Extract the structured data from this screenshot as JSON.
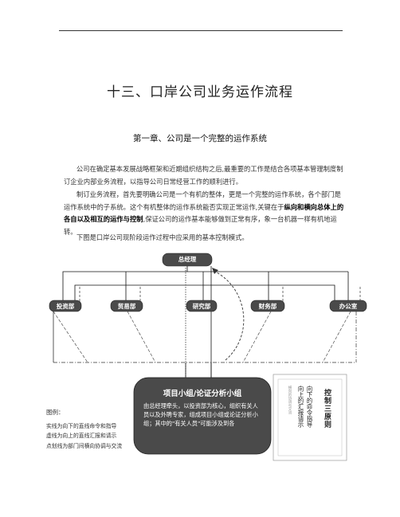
{
  "document": {
    "title": "十三、口岸公司业务运作流程",
    "chapter_heading": "第一章、公司是一个完整的运作系统",
    "paragraphs": {
      "p1": "公司在确定基本发展战略框架和近期组织结构之后,最重要的工作是结合各项基本管理制度制订企业内部业务流程，以指导公司日常经营工作的顺利进行。",
      "p2_a": "制订业务流程，首先要明确公司是一个有机的整体，更是一个完整的运作系统，各个部门是运作系统中的子系统。这个有机整体的运作系统能否实现正常运作,关键在于",
      "p2_bold": "纵向和横向总体上的各自以及相互的运作与控制",
      "p2_b": ",保证公司的运作基本能够做到正常有序，象一台机器一样有机地运转。",
      "p3": "下图是口岸公司现阶段运作过程中应采用的基本控制模式。"
    }
  },
  "diagram": {
    "top_box": "总经理",
    "departments": [
      "投资部",
      "贸易部",
      "研究部",
      "财务部",
      "办公室"
    ],
    "project_group": {
      "title": "项目小组/论证分析小组",
      "text": "由总经理牵头，以投资部为核心，组织有关人员以及外聘专家，组成项目小组或论证分析小组；其中的\"有关人员\"可能涉及到各"
    },
    "legend": {
      "heading": "图例：",
      "items": [
        "实线为向下的直线命令和指导",
        "虚线为向上的直线汇报和请示",
        "点划线为部门间横向协调与交流"
      ]
    },
    "control_panel": {
      "title": "控制三原则",
      "principles": [
        "向下的命令指导",
        "向上的汇报请示"
      ],
      "faint_note": "横向的协调与交流"
    },
    "colors": {
      "box_fill": "#4a4a4a",
      "box_fill_light": "#5c5c5c",
      "box_text": "#ffffff"
    }
  }
}
